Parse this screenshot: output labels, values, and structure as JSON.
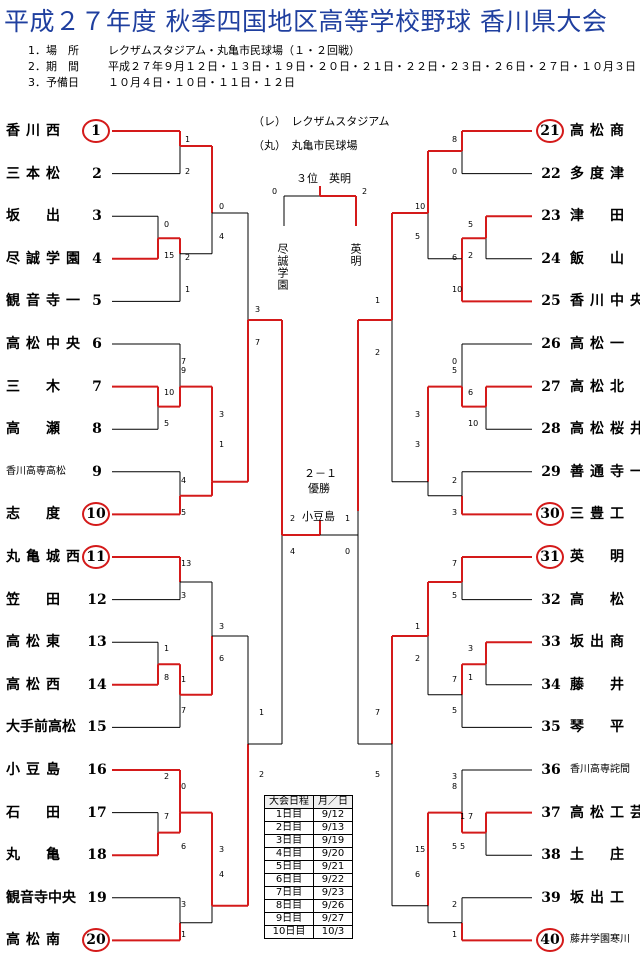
{
  "title": "平成２７年度 秋季四国地区高等学校野球 香川県大会",
  "info": [
    {
      "key": "1．場　所",
      "val": "レクザムスタジアム・丸亀市民球場（１・２回戦）"
    },
    {
      "key": "2．期　間",
      "val": "平成２７年９月１２日・１３日・１９日・２０日・２１日・２２日・２３日・２６日・２７日・１０月３日"
    },
    {
      "key": "3．予備日",
      "val": "１０月４日・１０日・１１日・１２日"
    }
  ],
  "venues": {
    "re": "（レ）　レクザムスタジアム",
    "maru": "（丸）　丸亀市民球場"
  },
  "third_place": {
    "label": "３位　英明",
    "left_score": "0",
    "right_score": "2",
    "left_team": "尽誠学園",
    "right_team": "英明"
  },
  "final": {
    "score": "２－１",
    "winner_label": "優勝",
    "winner": "小豆島",
    "left_score": "2",
    "right_score": "1",
    "semi_left": "4",
    "semi_right": "0"
  },
  "left_teams": [
    {
      "num": "1",
      "name": "香川西",
      "win": true
    },
    {
      "num": "2",
      "name": "三本松",
      "win": false
    },
    {
      "num": "3",
      "name": "坂　出",
      "win": false
    },
    {
      "num": "4",
      "name": "尽誠学園",
      "win": false
    },
    {
      "num": "5",
      "name": "観音寺一",
      "win": false
    },
    {
      "num": "6",
      "name": "高松中央",
      "win": false
    },
    {
      "num": "7",
      "name": "三　木",
      "win": false
    },
    {
      "num": "8",
      "name": "高　瀬",
      "win": false
    },
    {
      "num": "9",
      "name": "香川高専高松",
      "win": false
    },
    {
      "num": "10",
      "name": "志　度",
      "win": true
    },
    {
      "num": "11",
      "name": "丸亀城西",
      "win": true
    },
    {
      "num": "12",
      "name": "笠　田",
      "win": false
    },
    {
      "num": "13",
      "name": "高松東",
      "win": false
    },
    {
      "num": "14",
      "name": "高松西",
      "win": false
    },
    {
      "num": "15",
      "name": "大手前高松",
      "win": false
    },
    {
      "num": "16",
      "name": "小豆島",
      "win": false
    },
    {
      "num": "17",
      "name": "石　田",
      "win": false
    },
    {
      "num": "18",
      "name": "丸　亀",
      "win": false
    },
    {
      "num": "19",
      "name": "観音寺中央",
      "win": false
    },
    {
      "num": "20",
      "name": "高松南",
      "win": true
    }
  ],
  "right_teams": [
    {
      "num": "21",
      "name": "高松商",
      "win": true
    },
    {
      "num": "22",
      "name": "多度津",
      "win": false
    },
    {
      "num": "23",
      "name": "津　田",
      "win": false
    },
    {
      "num": "24",
      "name": "飯　山",
      "win": false
    },
    {
      "num": "25",
      "name": "香川中央",
      "win": false
    },
    {
      "num": "26",
      "name": "高松一",
      "win": false
    },
    {
      "num": "27",
      "name": "高松北",
      "win": false
    },
    {
      "num": "28",
      "name": "高松桜井",
      "win": false
    },
    {
      "num": "29",
      "name": "善通寺一",
      "win": false
    },
    {
      "num": "30",
      "name": "三豊工",
      "win": true
    },
    {
      "num": "31",
      "name": "英　明",
      "win": true
    },
    {
      "num": "32",
      "name": "高　松",
      "win": false
    },
    {
      "num": "33",
      "name": "坂出商",
      "win": false
    },
    {
      "num": "34",
      "name": "藤　井",
      "win": false
    },
    {
      "num": "35",
      "name": "琴　平",
      "win": false
    },
    {
      "num": "36",
      "name": "香川高専詫間",
      "win": false
    },
    {
      "num": "37",
      "name": "高松工芸",
      "win": false
    },
    {
      "num": "38",
      "name": "土　庄",
      "win": false
    },
    {
      "num": "39",
      "name": "坂出工",
      "win": false
    },
    {
      "num": "40",
      "name": "藤井学園寒川",
      "win": true
    }
  ],
  "scores_left": [
    "1",
    "2",
    "0",
    "15",
    "2",
    "1",
    "0",
    "4",
    "7",
    "10",
    "9",
    "5",
    "3",
    "1",
    "4",
    "5",
    "3",
    "7",
    "13",
    "3",
    "1",
    "8",
    "1",
    "7",
    "3",
    "6",
    "2",
    "0",
    "7",
    "6",
    "3",
    "4",
    "3",
    "1",
    "1",
    "2"
  ],
  "scores_right": [
    "8",
    "0",
    "5",
    "2",
    "6",
    "10",
    "10",
    "5",
    "0",
    "6",
    "5",
    "10",
    "3",
    "3",
    "2",
    "3",
    "1",
    "2",
    "7",
    "5",
    "3",
    "1",
    "7",
    "5",
    "1",
    "2",
    "3",
    "8",
    "7",
    "5",
    "15",
    "6",
    "2",
    "1",
    "7",
    "5",
    "1",
    "5"
  ],
  "schedule": {
    "header": [
      "大会日程",
      "月／日"
    ],
    "rows": [
      [
        "1日目",
        "9/12"
      ],
      [
        "2日目",
        "9/13"
      ],
      [
        "3日目",
        "9/19"
      ],
      [
        "4日目",
        "9/20"
      ],
      [
        "5日目",
        "9/21"
      ],
      [
        "6日目",
        "9/22"
      ],
      [
        "7日目",
        "9/23"
      ],
      [
        "8日目",
        "9/26"
      ],
      [
        "9日目",
        "9/27"
      ],
      [
        "10日目",
        "10/3"
      ]
    ]
  },
  "colors": {
    "title": "#1f3f9f",
    "win_line": "#d41a1a",
    "lose_line": "#000000"
  }
}
